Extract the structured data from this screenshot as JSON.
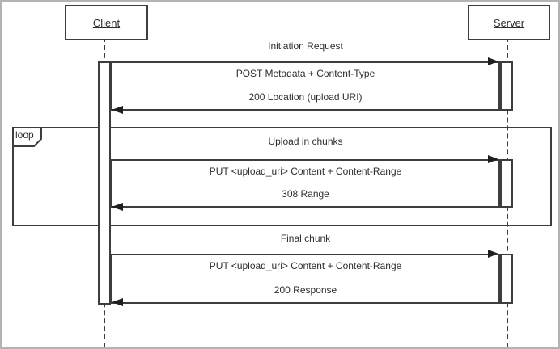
{
  "diagram": {
    "type": "uml-sequence-diagram",
    "actors": [
      {
        "name": "Client"
      },
      {
        "name": "Server"
      }
    ],
    "fragment": {
      "operator": "loop"
    },
    "messages": [
      {
        "label": "Initiation Request",
        "request": "POST Metadata + Content-Type",
        "response": "200 Location (upload URI)"
      },
      {
        "label": "Upload in chunks",
        "request": "PUT <upload_uri> Content + Content-Range",
        "response": "308 Range"
      },
      {
        "label": "Final chunk",
        "request": "PUT <upload_uri> Content + Content-Range",
        "response": "200 Response"
      }
    ],
    "colors": {
      "line": "#3d3d3d",
      "text": "#2e2e2e",
      "background": "#ffffff",
      "canvas_border": "#b3b3b3"
    }
  }
}
